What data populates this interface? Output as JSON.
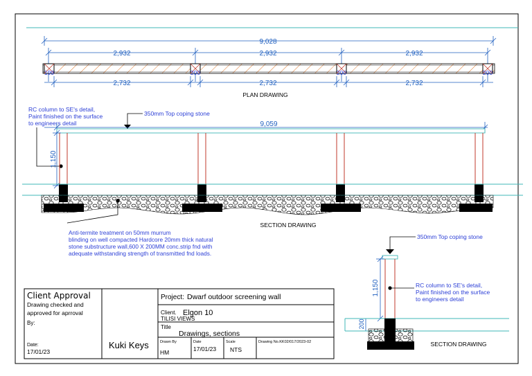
{
  "colors": {
    "dimension": "#1f5fbf",
    "gridline": "#3fb7b7",
    "column": "#c0392b",
    "hatch": "#e07a2e",
    "annotation": "#2c3fd6",
    "ink": "#000000"
  },
  "plan": {
    "overall": "9,028",
    "spans_top": [
      "2,932",
      "2,932",
      "2,932"
    ],
    "spans_bottom": [
      "2,732",
      "2,732",
      "2,732"
    ],
    "column_labels": [
      "199",
      "200",
      "200",
      "200"
    ],
    "caption": "PLAN DRAWING"
  },
  "section": {
    "overall": "9,059",
    "height": "1,150",
    "coping_note": "350mm Top  coping stone",
    "column_note": [
      "RC column to SE's detail,",
      "Paint finished on the surface",
      "to engineers detail"
    ],
    "foundation_note": [
      "Anti-termite treatment on 50mm murrum",
      "blinding on well compacted Hardcore 20mm thick natural",
      "stone substructure wall,600 X 200MM conc.strip fnd with",
      "adequate withstanding strength of transmitted fnd loads."
    ],
    "caption": "SECTION DRAWING"
  },
  "detail": {
    "coping_note": "350mm Top  coping stone",
    "height": "1,150",
    "base": "200",
    "column_note": [
      "RC column to SE's detail,",
      "Paint finished on the surface",
      "to engineers detail"
    ],
    "caption": "SECTION DRAWING"
  },
  "title_block": {
    "approval_title": "Client Approval",
    "approval_text_1": "Drawing checked and",
    "approval_text_2": "approved for aprroval",
    "by_label": "By:",
    "date_label": "Date:",
    "date_value": "17/01/23",
    "designer": "Kuki Keys",
    "project_label": "Project:",
    "project_value": "Dwarf outdoor screening wall",
    "client_label": "Client.",
    "client_value": "Elgon 10",
    "client_sub": "TILISI VIEWS",
    "title_label": "Title",
    "title_value": "Drawings, sections",
    "drawn_by_label": "Drawn By",
    "drawn_by_value": "HM",
    "date2_label": "Date",
    "date2_value": "17/01/23",
    "scale_label": "Scale",
    "scale_value": "NTS",
    "drawing_no_label": "Drawing No.",
    "drawing_no_value": "KK02/017/2023-02"
  }
}
